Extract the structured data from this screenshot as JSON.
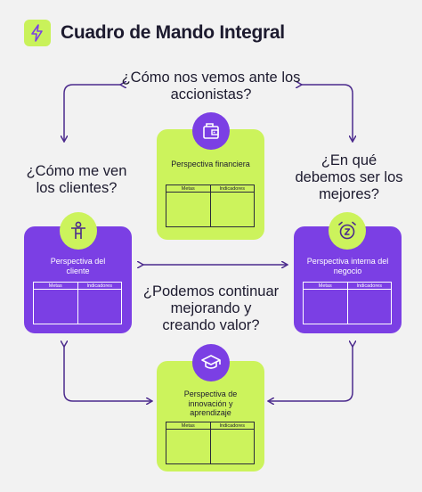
{
  "header": {
    "title": "Cuadro de Mando Integral",
    "icon": "lightning-bolt-icon"
  },
  "questions": {
    "top": "¿Cómo nos vemos ante los accionistas?",
    "left": "¿Cómo me ven los clientes?",
    "right": "¿En qué debemos ser los mejores?",
    "middle": "¿Podemos continuar mejorando y creando valor?"
  },
  "cards": {
    "financial": {
      "title": "Perspectiva financiera",
      "icon": "wallet-icon",
      "col1": "Metas",
      "col2": "Indicadores"
    },
    "customer": {
      "title": "Perspectiva del cliente",
      "icon": "person-icon",
      "col1": "Metas",
      "col2": "Indicadores"
    },
    "internal": {
      "title": "Perspectiva interna del negocio",
      "icon": "alarm-clock-icon",
      "col1": "Metas",
      "col2": "Indicadores"
    },
    "learning": {
      "title": "Perspectiva de innovación y aprendizaje",
      "icon": "graduation-cap-icon",
      "col1": "Metas",
      "col2": "Indicadores"
    }
  },
  "colors": {
    "lime": "#ccf35c",
    "purple": "#7b3fe4",
    "arrow": "#4b2a8c",
    "text": "#1c1a2e"
  }
}
